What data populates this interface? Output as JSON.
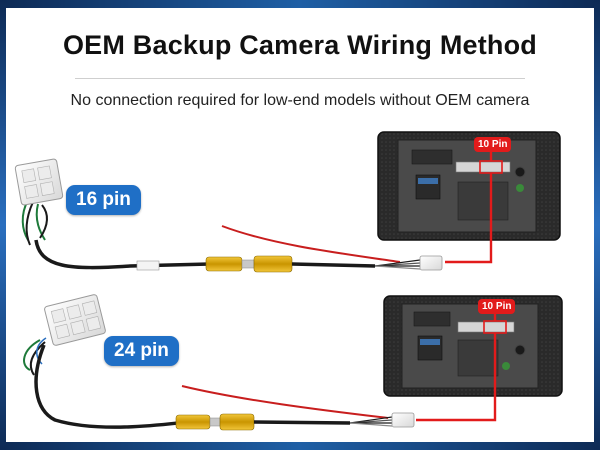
{
  "header": {
    "title": "OEM Backup Camera Wiring Method",
    "subtitle": "No connection required for low-end models without OEM camera"
  },
  "diagrams": [
    {
      "pin_label": "16 pin",
      "callout": "10 Pin"
    },
    {
      "pin_label": "24 pin",
      "callout": "10 Pin"
    }
  ],
  "colors": {
    "accent_blue": "#1f6fc6",
    "highlight_red": "#e21b1b",
    "rca_yellow": "#d9a400",
    "wire_dark": "#1a1a1a"
  }
}
